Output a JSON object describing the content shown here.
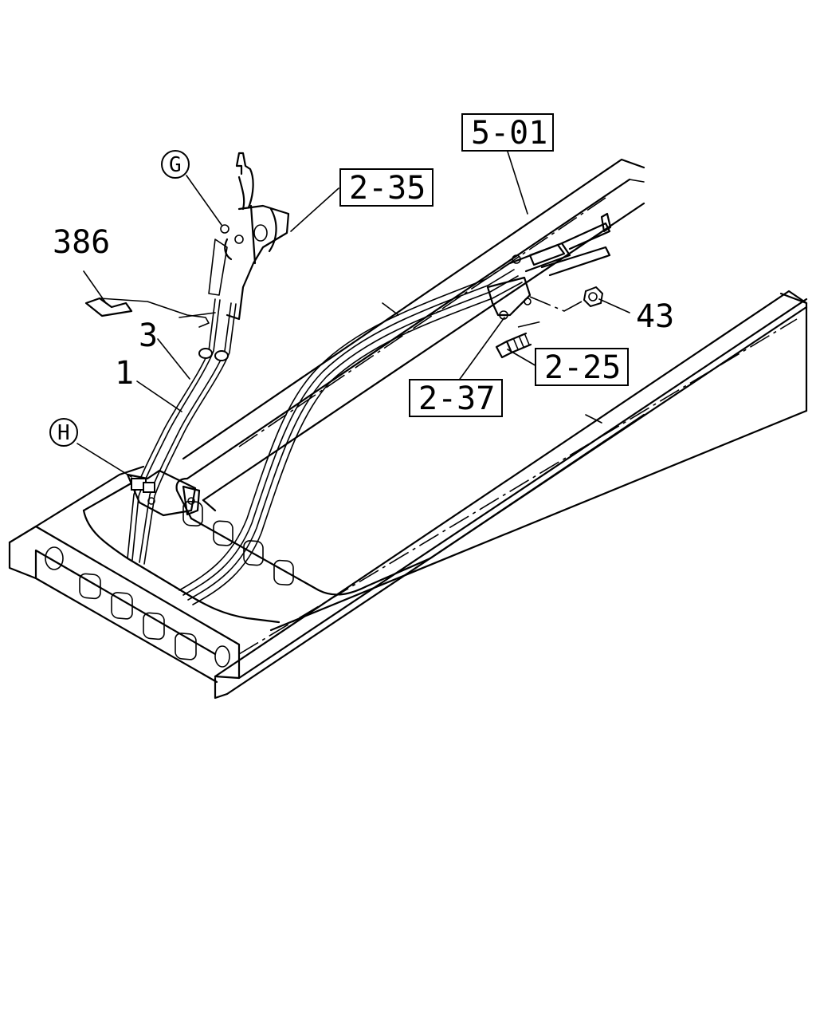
{
  "callouts": {
    "ref_5_01": "5-01",
    "ref_2_35": "2-35",
    "ref_2_37": "2-37",
    "ref_2_25": "2-25",
    "part_386": "386",
    "part_3": "3",
    "part_1": "1",
    "part_43": "43",
    "circle_g": "G",
    "circle_h": "H"
  }
}
